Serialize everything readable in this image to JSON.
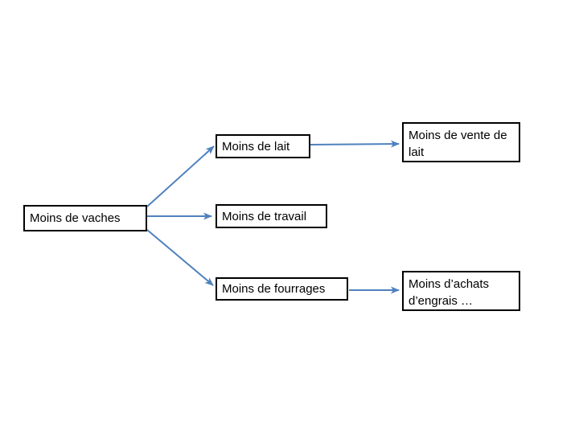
{
  "diagram": {
    "nodes": [
      {
        "id": "vaches",
        "label": "Moins de vaches"
      },
      {
        "id": "lait",
        "label": "Moins de lait"
      },
      {
        "id": "travail",
        "label": "Moins de travail"
      },
      {
        "id": "fourrages",
        "label": "Moins de fourrages"
      },
      {
        "id": "vente",
        "label": "Moins de vente de lait"
      },
      {
        "id": "achats",
        "label": "Moins d’achats d’engrais …"
      }
    ],
    "edges": [
      {
        "from": "vaches",
        "to": "lait"
      },
      {
        "from": "vaches",
        "to": "travail"
      },
      {
        "from": "vaches",
        "to": "fourrages"
      },
      {
        "from": "lait",
        "to": "vente"
      },
      {
        "from": "fourrages",
        "to": "achats"
      }
    ],
    "colors": {
      "arrow": "#4f81bd",
      "box_border": "#000000",
      "background": "#ffffff",
      "text": "#000000"
    }
  }
}
